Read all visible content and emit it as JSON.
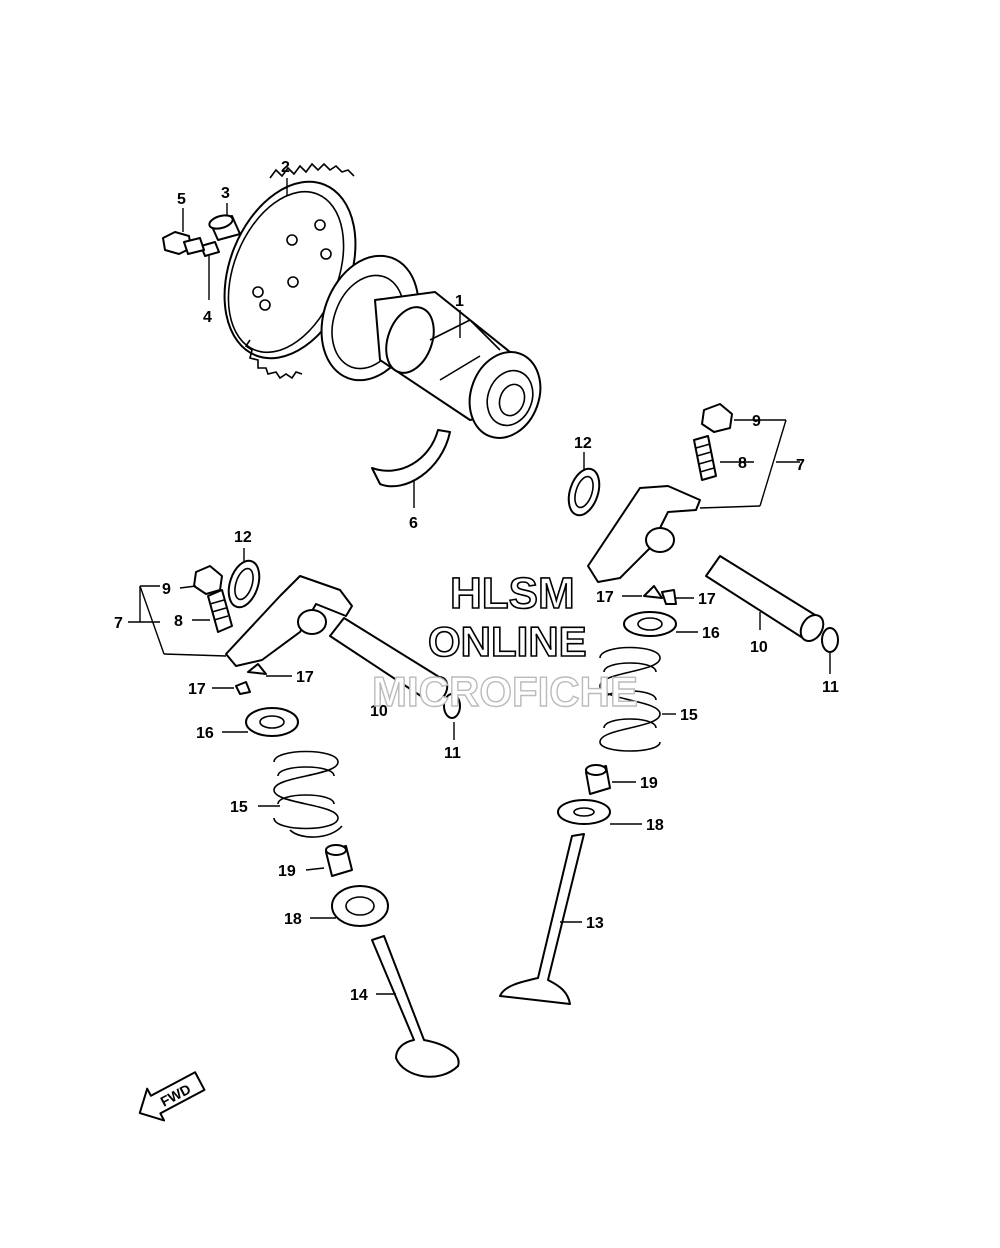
{
  "watermark": {
    "line1": "HLSM",
    "line2": "ONLINE",
    "line3": "MICROFICHE"
  },
  "fwd_label": "FWD",
  "callouts": {
    "c1": "1",
    "c2": "2",
    "c3": "3",
    "c4": "4",
    "c5": "5",
    "c6": "6",
    "c7_right": "7",
    "c8_right": "8",
    "c9_right": "9",
    "c12_right": "12",
    "c17_right_a": "17",
    "c17_right_b": "17",
    "c16_right": "16",
    "c10_right": "10",
    "c11_right": "11",
    "c15_right": "15",
    "c19_right": "19",
    "c18_right": "18",
    "c13": "13",
    "c12_left": "12",
    "c9_left": "9",
    "c7_left": "7",
    "c8_left": "8",
    "c17_left_a": "17",
    "c17_left_b": "17",
    "c16_left": "16",
    "c10_left": "10",
    "c11_left": "11",
    "c15_left": "15",
    "c19_left": "19",
    "c18_left": "18",
    "c14": "14"
  },
  "icons": {
    "fwd": "fwd-arrow-icon"
  }
}
